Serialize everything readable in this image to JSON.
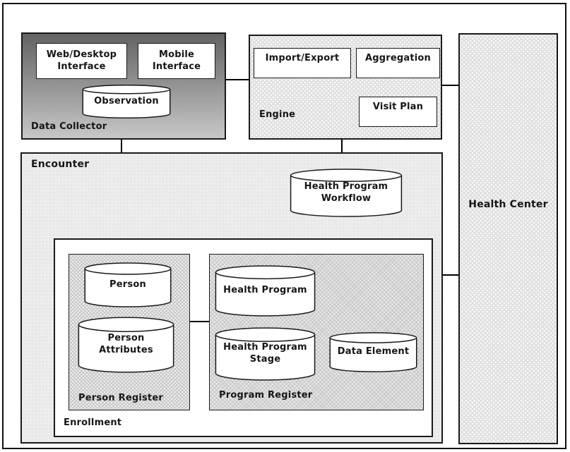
{
  "nodes": {
    "data_collector": {
      "label": "Data Collector",
      "web_desktop_interface": "Web/Desktop Interface",
      "mobile_interface": "Mobile Interface",
      "observation": "Observation"
    },
    "engine": {
      "label": "Engine",
      "import_export": "Import/Export",
      "aggregation": "Aggregation",
      "visit_plan": "Visit Plan"
    },
    "health_center": {
      "label": "Health Center"
    },
    "encounter": {
      "label": "Encounter",
      "health_program_workflow": "Health Program Workflow",
      "enrollment": {
        "label": "Enrollment",
        "person_register": {
          "label": "Person Register",
          "person": "Person",
          "person_attributes": "Person Attributes"
        },
        "program_register": {
          "label": "Program Register",
          "health_program": "Health Program",
          "health_program_stage": "Health Program Stage",
          "data_element": "Data Element"
        }
      }
    }
  },
  "connections": [
    {
      "from": "Data Collector",
      "to": "Engine"
    },
    {
      "from": "Engine",
      "to": "Health Center"
    },
    {
      "from": "Data Collector",
      "to": "Encounter"
    },
    {
      "from": "Engine",
      "to": "Encounter"
    },
    {
      "from": "Encounter",
      "to": "Health Center"
    },
    {
      "from": "Person Register",
      "to": "Program Register"
    }
  ],
  "colors": {
    "border": "#1a1a1a",
    "node_fill": "#ffffff",
    "engine_fill": "#e0e0e0",
    "encounter_fill": "#e9e9e9",
    "person_register_fill": "#c9c9c9",
    "program_register_fill": "#c7c7c7",
    "data_collector_gradient_top": "#636363",
    "data_collector_gradient_bottom": "#c7c7c7"
  }
}
